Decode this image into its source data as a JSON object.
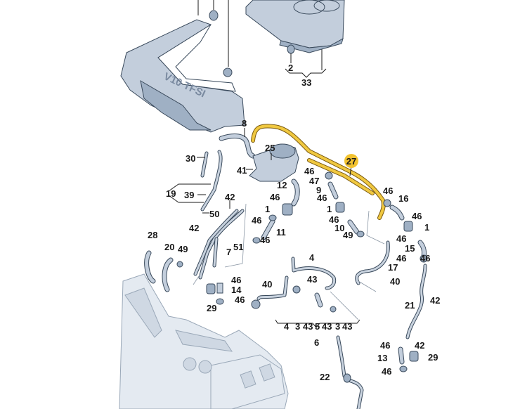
{
  "diagram": {
    "title": "Engine cover / crankcase breather hoses",
    "highlight_color": "#f2c230",
    "part_color": "#b9c6d6",
    "line_color": "#1a1a1a",
    "highlighted_part": "27",
    "cover_logo_text": "V10 TFSI",
    "labels": [
      {
        "id": "8",
        "text": "8"
      },
      {
        "id": "2",
        "text": "2"
      },
      {
        "id": "33",
        "text": "33"
      },
      {
        "id": "25",
        "text": "25"
      },
      {
        "id": "27",
        "text": "27"
      },
      {
        "id": "30",
        "text": "30"
      },
      {
        "id": "41",
        "text": "41"
      },
      {
        "id": "46a",
        "text": "46"
      },
      {
        "id": "12",
        "text": "12"
      },
      {
        "id": "47",
        "text": "47"
      },
      {
        "id": "9",
        "text": "9"
      },
      {
        "id": "46b",
        "text": "46"
      },
      {
        "id": "16",
        "text": "16"
      },
      {
        "id": "46c",
        "text": "46"
      },
      {
        "id": "19",
        "text": "19"
      },
      {
        "id": "39",
        "text": "39"
      },
      {
        "id": "42a",
        "text": "42"
      },
      {
        "id": "46d",
        "text": "46"
      },
      {
        "id": "1a",
        "text": "1"
      },
      {
        "id": "46e",
        "text": "46"
      },
      {
        "id": "1b",
        "text": "1"
      },
      {
        "id": "46f",
        "text": "46"
      },
      {
        "id": "50",
        "text": "50"
      },
      {
        "id": "46g",
        "text": "46"
      },
      {
        "id": "10",
        "text": "10"
      },
      {
        "id": "1c",
        "text": "1"
      },
      {
        "id": "42b",
        "text": "42"
      },
      {
        "id": "11",
        "text": "11"
      },
      {
        "id": "49a",
        "text": "49"
      },
      {
        "id": "46h",
        "text": "46"
      },
      {
        "id": "28",
        "text": "28"
      },
      {
        "id": "46i",
        "text": "46"
      },
      {
        "id": "46j",
        "text": "46"
      },
      {
        "id": "15",
        "text": "15"
      },
      {
        "id": "20",
        "text": "20"
      },
      {
        "id": "49b",
        "text": "49"
      },
      {
        "id": "51",
        "text": "51"
      },
      {
        "id": "7",
        "text": "7"
      },
      {
        "id": "4a",
        "text": "4"
      },
      {
        "id": "46k",
        "text": "46"
      },
      {
        "id": "17",
        "text": "17"
      },
      {
        "id": "46l",
        "text": "46"
      },
      {
        "id": "40a",
        "text": "40"
      },
      {
        "id": "43a",
        "text": "43"
      },
      {
        "id": "40b",
        "text": "40"
      },
      {
        "id": "14",
        "text": "14"
      },
      {
        "id": "42c",
        "text": "42"
      },
      {
        "id": "46m",
        "text": "46"
      },
      {
        "id": "29a",
        "text": "29"
      },
      {
        "id": "21",
        "text": "21"
      },
      {
        "id": "4b",
        "text": "4"
      },
      {
        "id": "3a",
        "text": "3"
      },
      {
        "id": "43b",
        "text": "43"
      },
      {
        "id": "5",
        "text": "5"
      },
      {
        "id": "43c",
        "text": "43"
      },
      {
        "id": "3b",
        "text": "3"
      },
      {
        "id": "43d",
        "text": "43"
      },
      {
        "id": "6",
        "text": "6"
      },
      {
        "id": "46n",
        "text": "46"
      },
      {
        "id": "42d",
        "text": "42"
      },
      {
        "id": "13",
        "text": "13"
      },
      {
        "id": "29b",
        "text": "29"
      },
      {
        "id": "46o",
        "text": "46"
      },
      {
        "id": "22",
        "text": "22"
      }
    ]
  }
}
